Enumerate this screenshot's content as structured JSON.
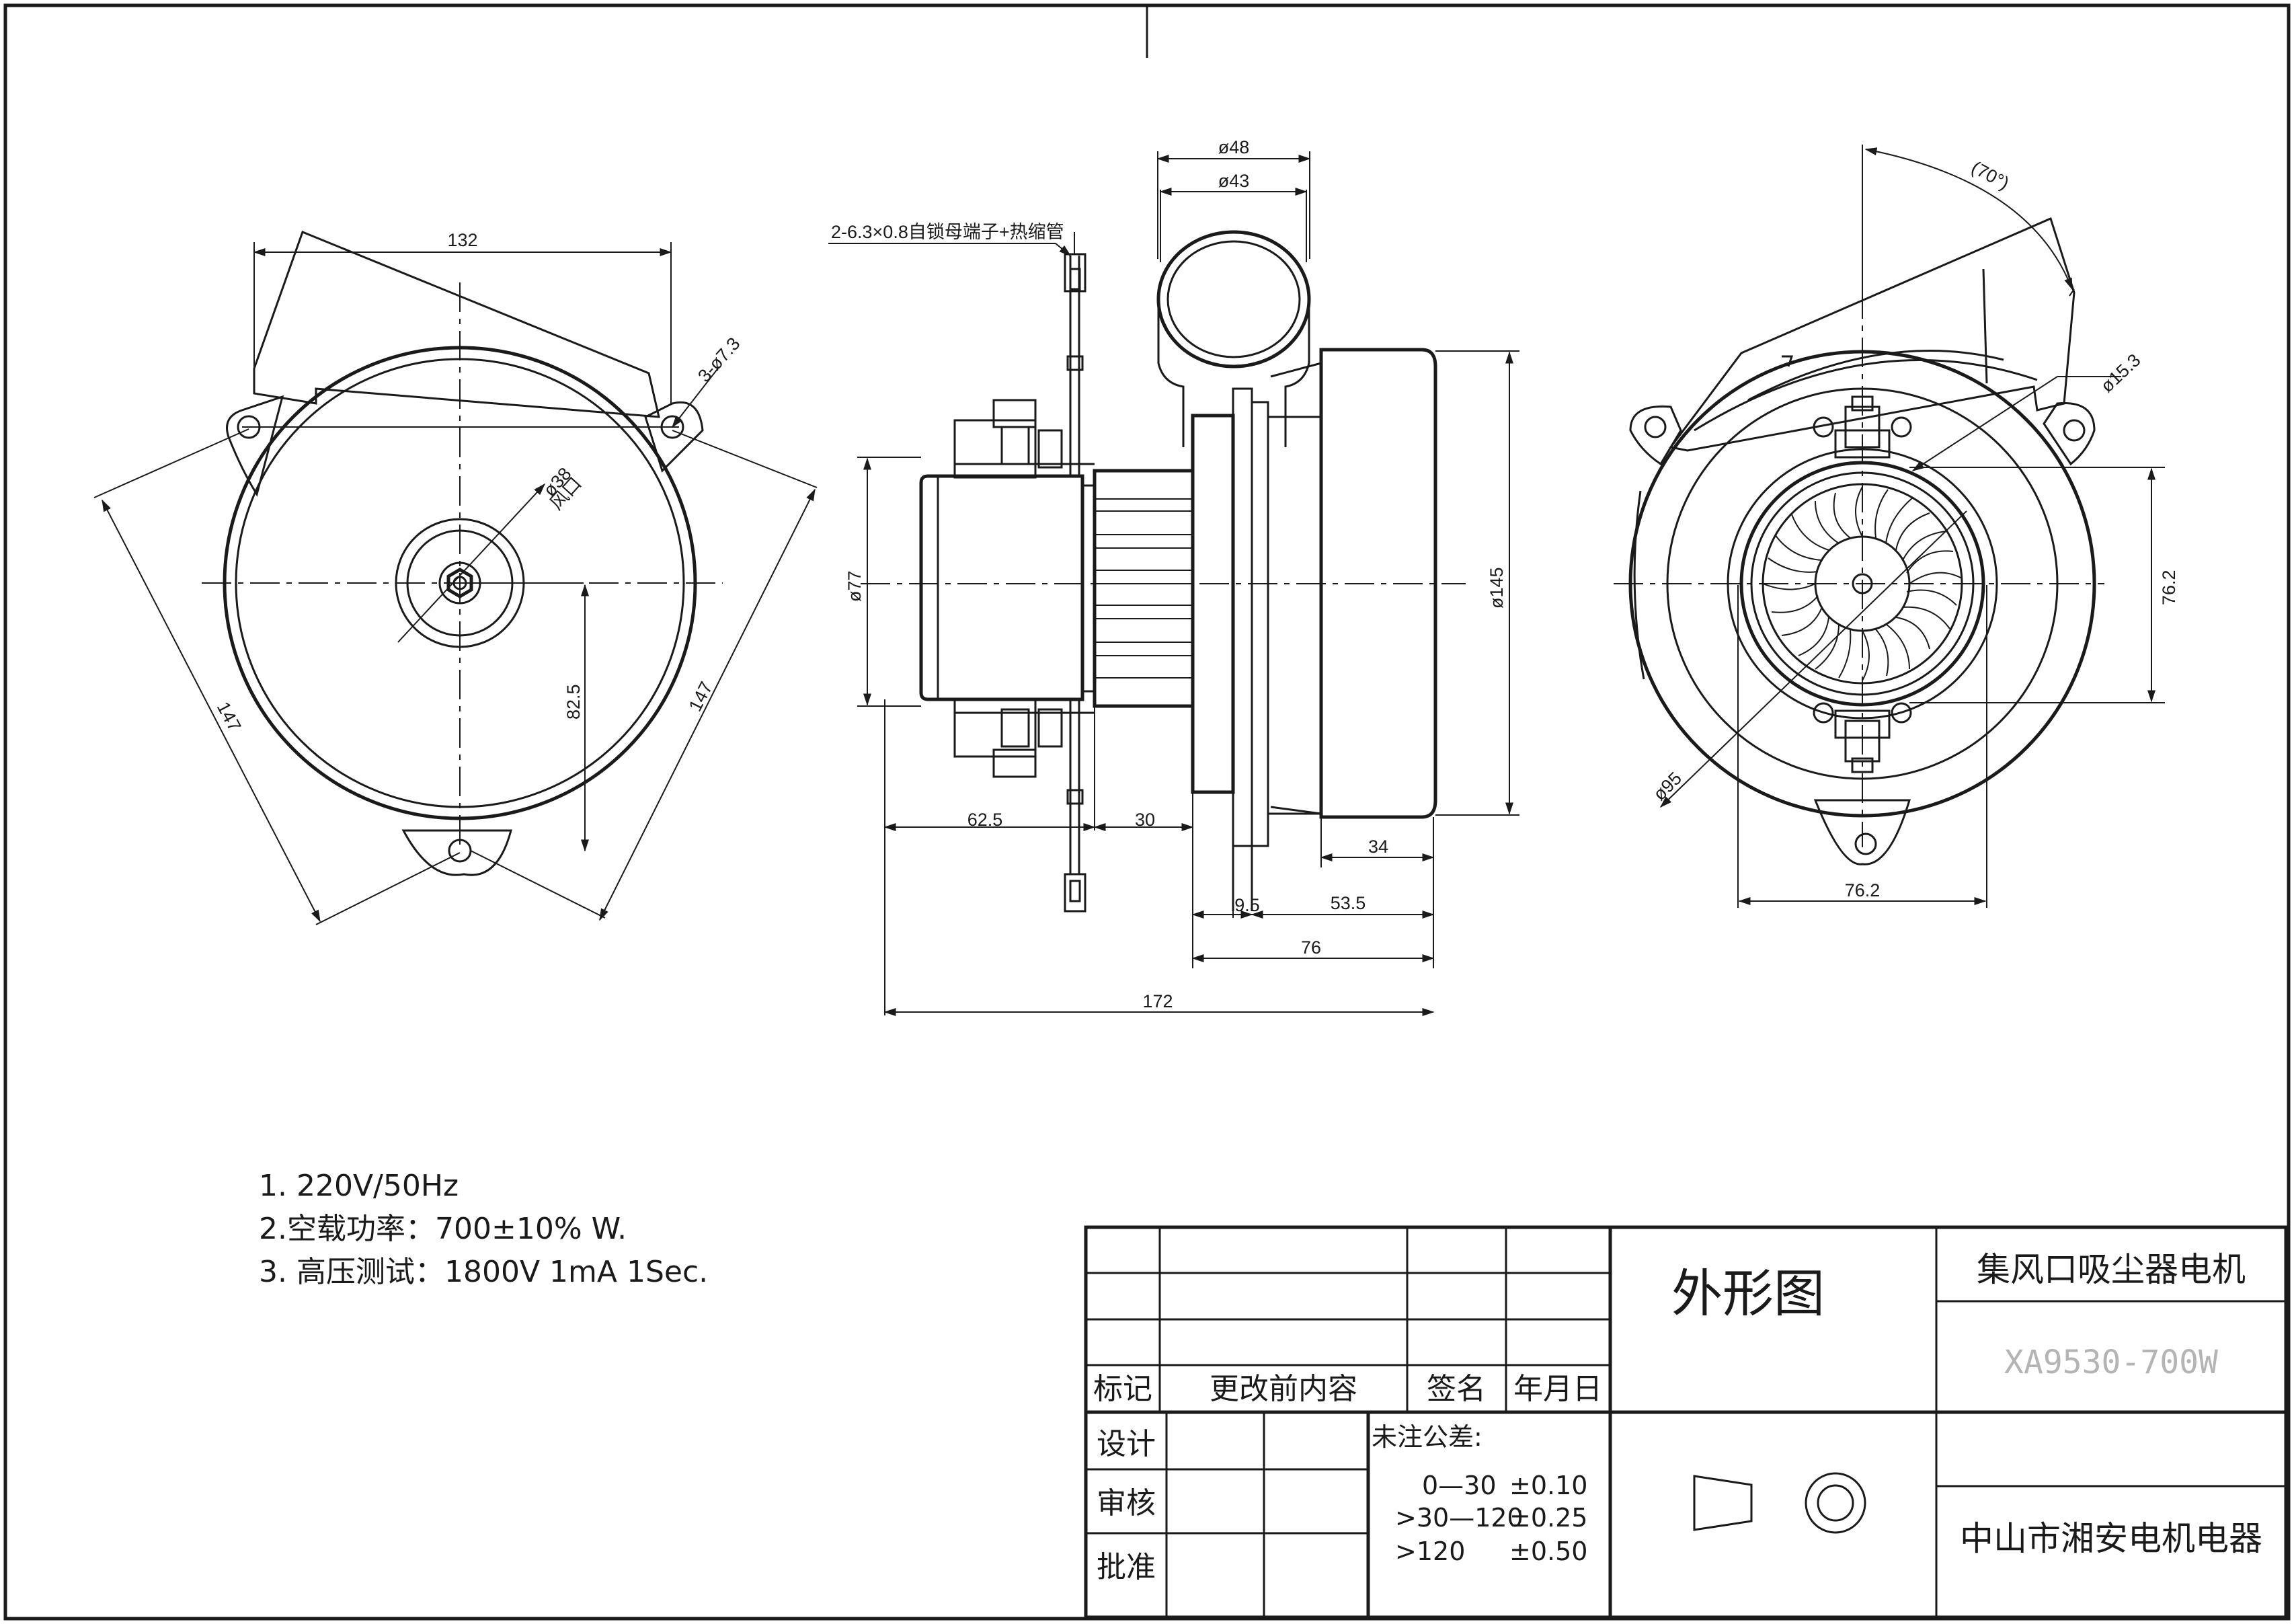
{
  "front_view": {
    "dim_width": "132",
    "dim_holes": "3-ø7.3",
    "dim_outlet": "ø38",
    "dim_outlet_note": "风口",
    "dim_left": "147",
    "dim_right": "147",
    "dim_offset": "82.5"
  },
  "side_view": {
    "dim_d48": "ø48",
    "dim_d43": "ø43",
    "terminal_note": "2-6.3×0.8自锁母端子+热缩管",
    "dim_d77": "ø77",
    "dim_d145": "ø145",
    "dim_62_5": "62.5",
    "dim_30": "30",
    "dim_34": "34",
    "dim_9_5": "9.5",
    "dim_53_5": "53.5",
    "dim_76": "76",
    "dim_172": "172"
  },
  "rear_view": {
    "dim_angle": "(70°)",
    "dim_d15_3": "ø15.3",
    "dim_76_2_v": "76.2",
    "dim_d95": "ø95",
    "dim_76_2_h": "76.2"
  },
  "notes": [
    "1. 220V/50Hz",
    "2.空载功率：700±10% W.",
    "3. 高压测试：1800V 1mA 1Sec."
  ],
  "title_block": {
    "rev_mark": "标记",
    "rev_content": "更改前内容",
    "rev_sign": "签名",
    "rev_date": "年月日",
    "design": "设计",
    "review": "审核",
    "approve": "批准",
    "tolerance_title": "未注公差:",
    "tolerances": [
      {
        "range": "0—30",
        "value": "±0.10"
      },
      {
        "range": ">30—120",
        "value": "±0.25"
      },
      {
        "range": ">120",
        "value": "±0.50"
      }
    ],
    "drawing_name": "外形图",
    "product_name": "集风口吸尘器电机",
    "model": "XA9530-700W",
    "company": "中山市湘安电机电器"
  }
}
